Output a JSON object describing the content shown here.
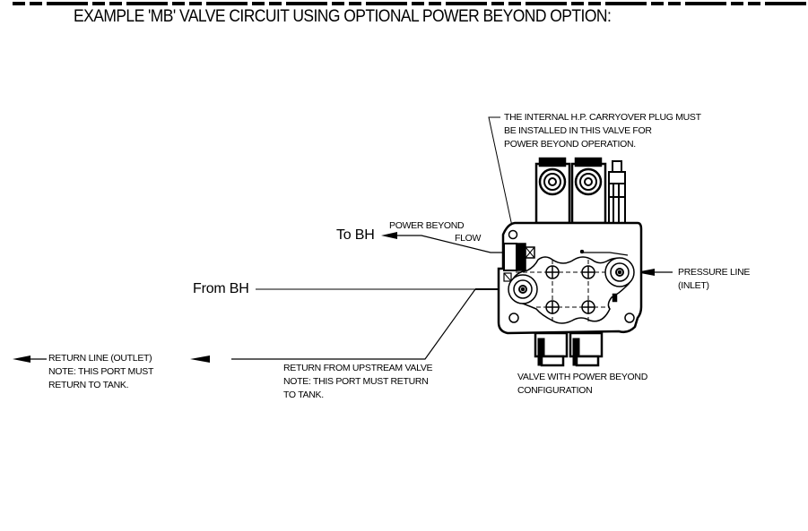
{
  "title": "EXAMPLE 'MB' VALVE CIRCUIT USING OPTIONAL POWER BEYOND OPTION:",
  "labels": {
    "carryover_note": "THE INTERNAL H.P. CARRYOVER PLUG MUST\nBE INSTALLED IN THIS VALVE FOR\nPOWER BEYOND OPERATION.",
    "to_bh": "To BH",
    "from_bh": "From BH",
    "power_beyond_flow_1": "POWER BEYOND",
    "power_beyond_flow_2": "FLOW",
    "pressure_line": "PRESSURE LINE\n(INLET)",
    "return_line": "RETURN LINE (OUTLET)\nNOTE: THIS PORT MUST\nRETURN TO TANK.",
    "return_upstream": "RETURN FROM UPSTREAM VALVE\nNOTE: THIS PORT MUST RETURN\nTO TANK.",
    "valve_caption": "VALVE WITH POWER BEYOND\nCONFIGURATION"
  },
  "colors": {
    "line": "#000000",
    "background": "#ffffff"
  }
}
